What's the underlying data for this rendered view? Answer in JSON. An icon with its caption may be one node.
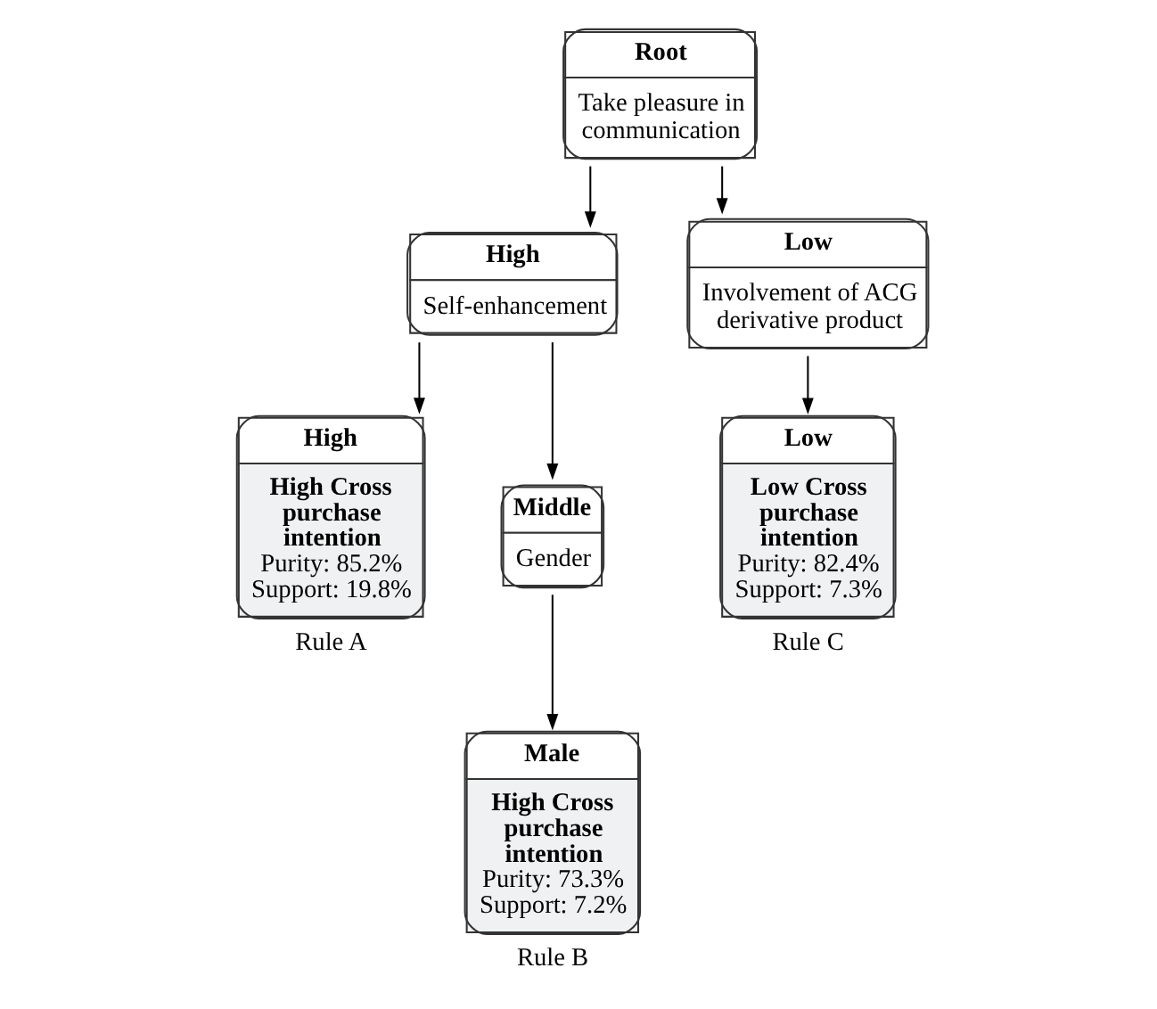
{
  "diagram": {
    "nodes": [
      {
        "text": [
          "Root",
          "Take pleasure in communication"
        ]
      },
      {
        "text": [
          "High",
          "Self-enhancement"
        ]
      },
      {
        "text": [
          "Low",
          "Involvement of ACG derivative product"
        ]
      },
      {
        "text": [
          "High",
          "High Cross purchase intention",
          "Purity: 85.2%",
          "Support: 19.8%"
        ],
        "beside": [
          "Rule A"
        ]
      },
      {
        "text": [
          "Middle",
          "Gender"
        ]
      },
      {
        "text": [
          "Male",
          "High Cross purchase intention",
          "Purity: 73.3%",
          "Support: 7.2%"
        ],
        "beside": [
          "Rule B"
        ]
      },
      {
        "text": [
          "Low",
          "Low Cross purchase intention",
          "Purity: 82.4%",
          "Support: 7.3%"
        ],
        "beside": [
          "Rule C"
        ]
      }
    ],
    "edges": [
      {
        "from": 0,
        "to": 1,
        "arrow": "to"
      },
      {
        "from": 0,
        "to": 2,
        "arrow": "to"
      },
      {
        "from": 1,
        "to": 3,
        "arrow": "to"
      },
      {
        "from": 1,
        "to": 4,
        "arrow": "to"
      },
      {
        "from": 4,
        "to": 5,
        "arrow": "to"
      },
      {
        "from": 2,
        "to": 6,
        "arrow": "to"
      }
    ]
  }
}
